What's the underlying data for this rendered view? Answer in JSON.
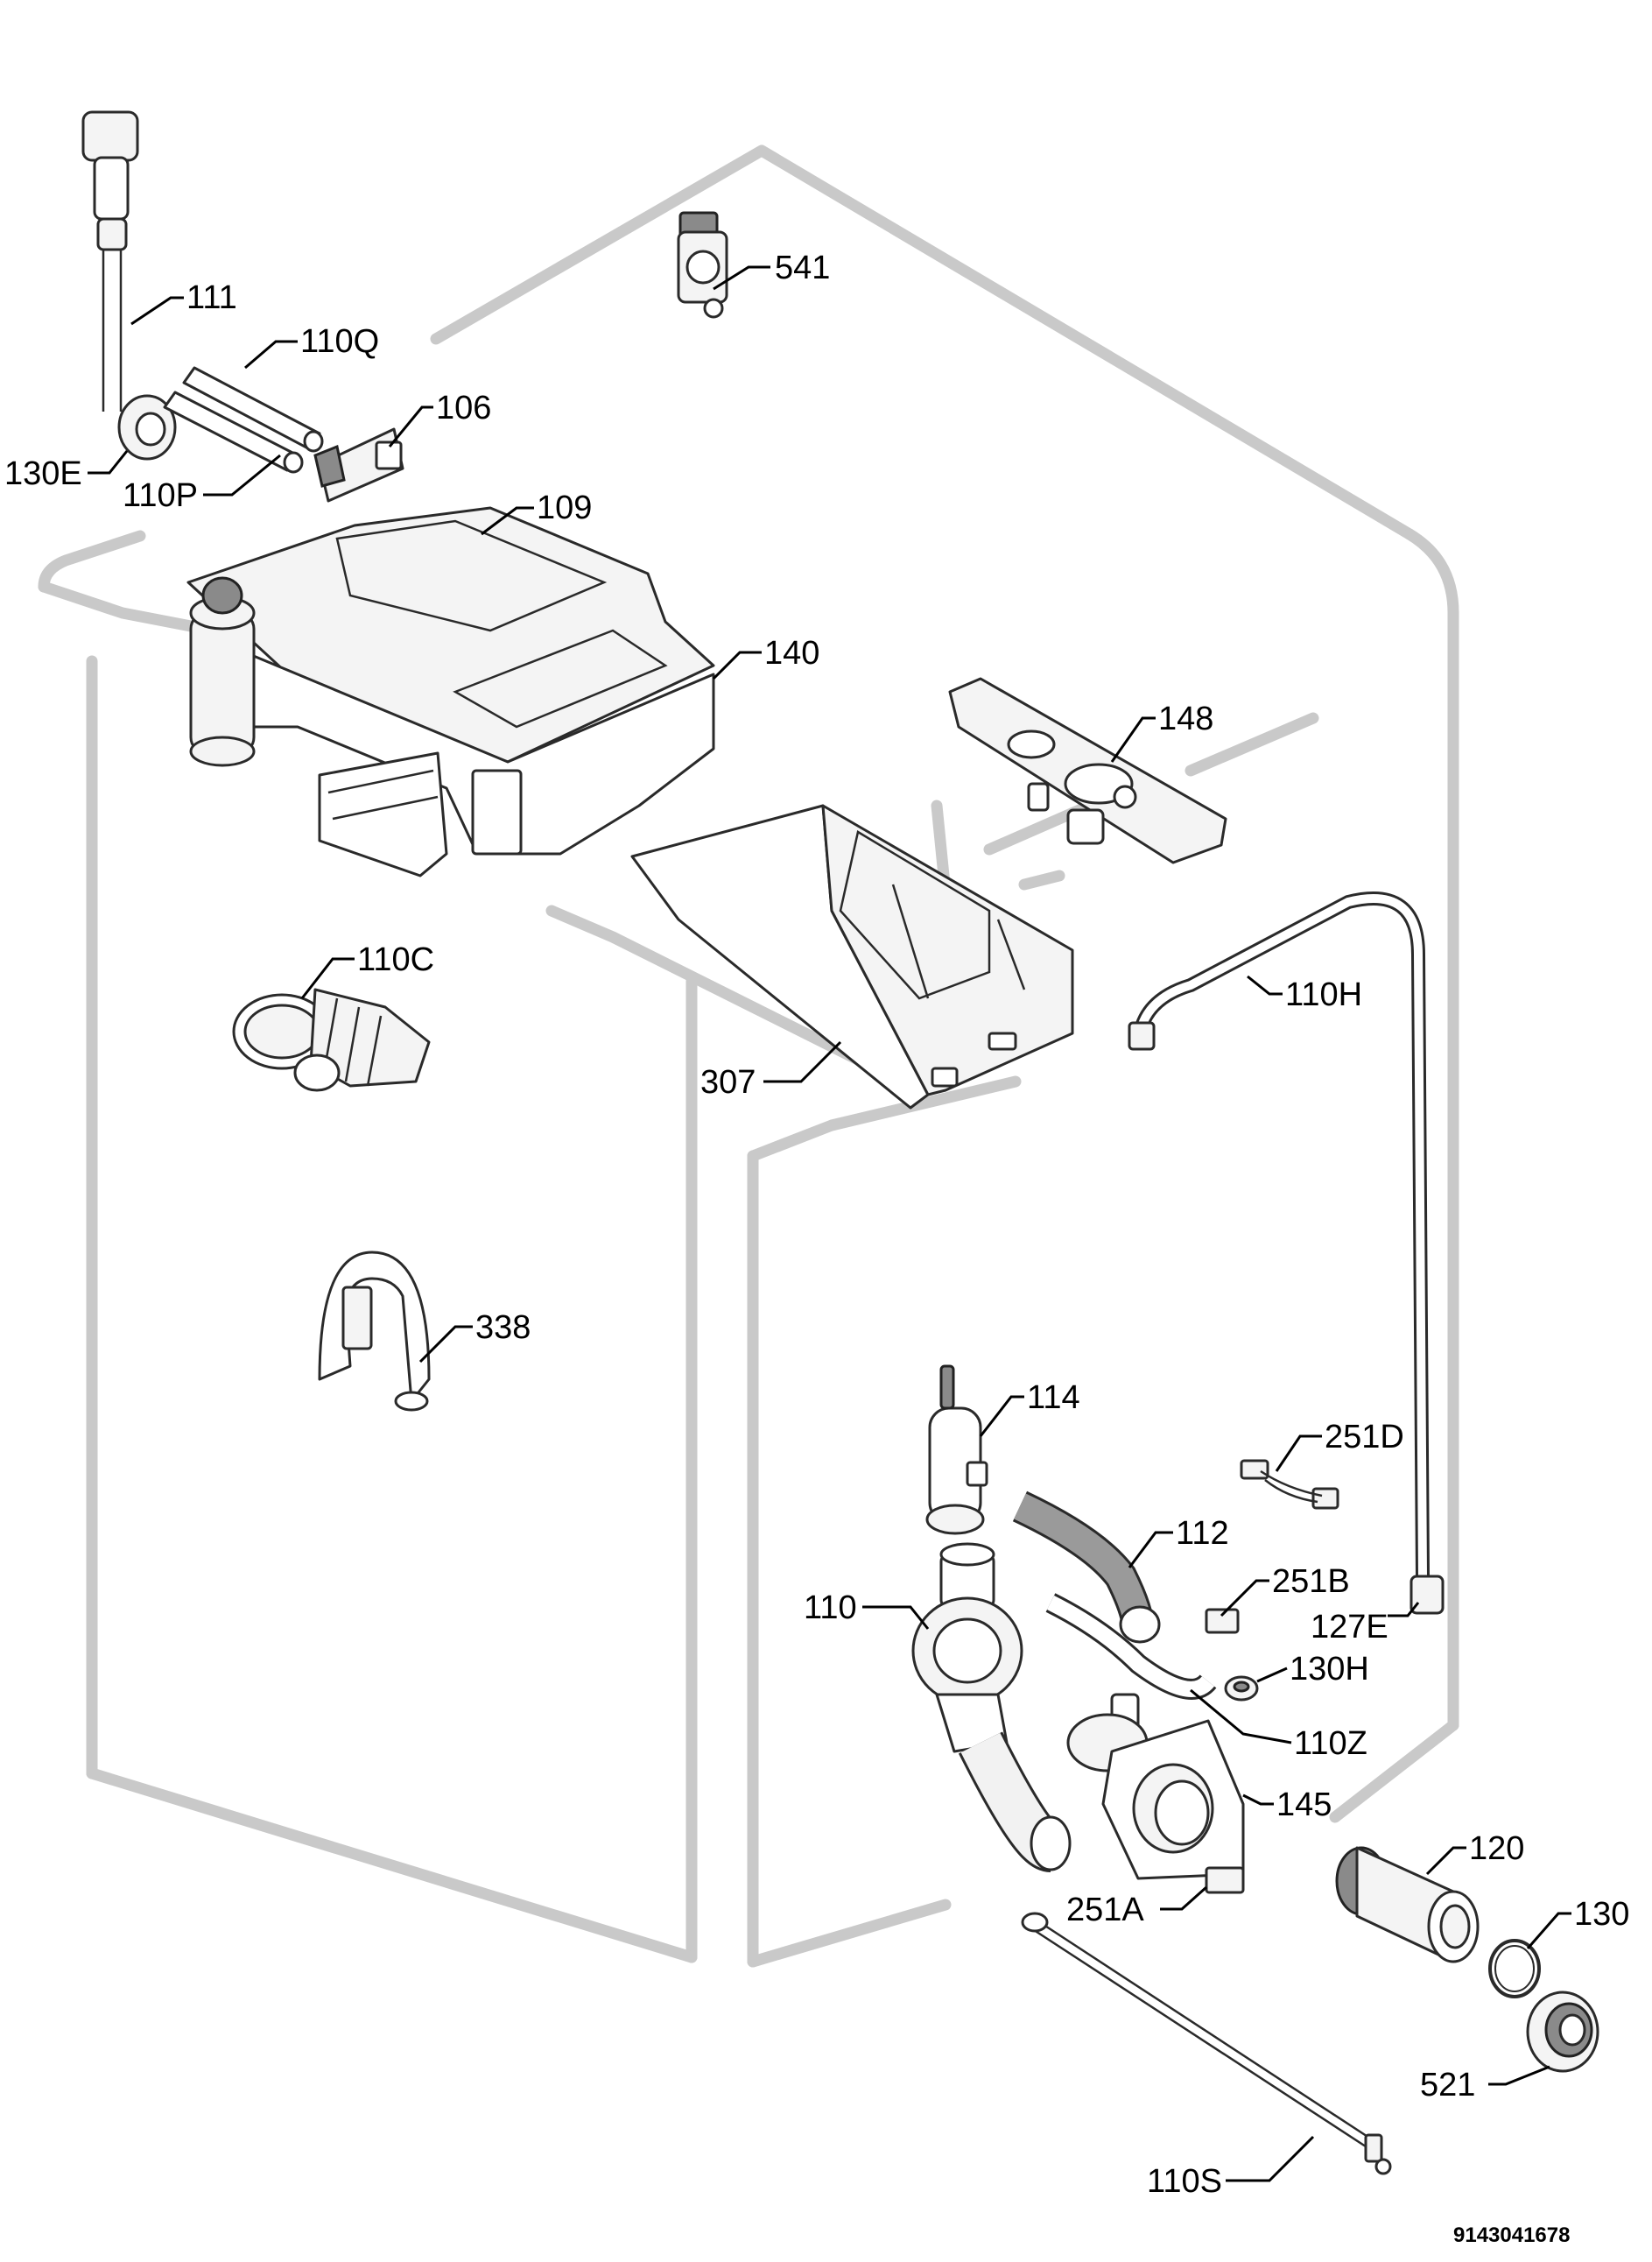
{
  "labels": {
    "p541": "541",
    "p111": "111",
    "p110Q": "110Q",
    "p106": "106",
    "p130E": "130E",
    "p110P": "110P",
    "p109": "109",
    "p140": "140",
    "p148": "148",
    "p110C": "110C",
    "p110H": "110H",
    "p307": "307",
    "p338": "338",
    "p114": "114",
    "p251D": "251D",
    "p112": "112",
    "p251B": "251B",
    "p110": "110",
    "p127E": "127E",
    "p130H": "130H",
    "p110Z": "110Z",
    "p145": "145",
    "p120": "120",
    "p251A": "251A",
    "p130": "130",
    "p521": "521",
    "p110S": "110S"
  },
  "document_number": "9143041678"
}
